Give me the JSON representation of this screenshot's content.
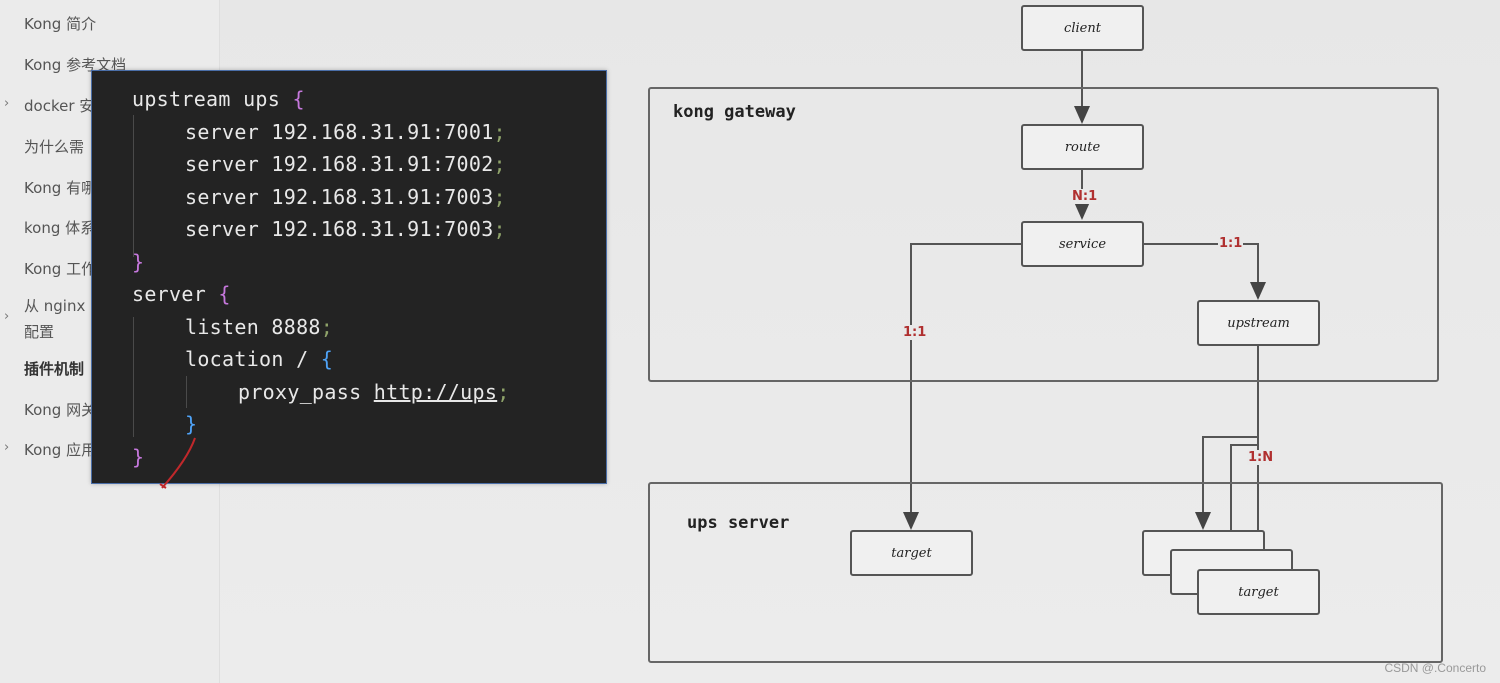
{
  "sidebar": {
    "items": [
      {
        "label": "Kong 简介",
        "chevron": false,
        "bold": false
      },
      {
        "label": "Kong 参考文档",
        "chevron": false,
        "bold": false
      },
      {
        "label": "docker 安",
        "chevron": true,
        "bold": false
      },
      {
        "label": "为什么需",
        "chevron": false,
        "bold": false
      },
      {
        "label": "Kong 有哪",
        "chevron": false,
        "bold": false
      },
      {
        "label": "kong 体系",
        "chevron": false,
        "bold": false
      },
      {
        "label": "Kong 工作",
        "chevron": false,
        "bold": false
      },
      {
        "label": "从 nginx",
        "chevron": true,
        "bold": false
      },
      {
        "label": "配置",
        "chevron": false,
        "bold": false
      },
      {
        "label": "插件机制",
        "chevron": false,
        "bold": true
      },
      {
        "label": "Kong 网关",
        "chevron": false,
        "bold": false
      },
      {
        "label": "Kong 应用",
        "chevron": true,
        "bold": false
      }
    ]
  },
  "code": {
    "l1_kw": "upstream ups ",
    "l1_brace": "{",
    "servers": [
      "192.168.31.91:7001",
      "192.168.31.91:7002",
      "192.168.31.91:7003",
      "192.168.31.91:7003"
    ],
    "server_kw": "server ",
    "semi": ";",
    "close_brace": "}",
    "l7_kw": "server ",
    "listen_kw": "listen 8888",
    "location_kw": "location / ",
    "loc_brace": "{",
    "proxy_kw": "proxy_pass ",
    "proxy_url": "http://ups"
  },
  "diagram": {
    "client": "client",
    "route": "route",
    "service": "service",
    "upstream": "upstream",
    "target_single": "target",
    "target_multi": "target",
    "group_gateway": "kong gateway",
    "group_ups": "ups server",
    "edge_route_service": "N:1",
    "edge_service_upstream": "1:1",
    "edge_service_target": "1:1",
    "edge_upstream_targets": "1:N"
  },
  "watermark": "CSDN @.Concerto"
}
